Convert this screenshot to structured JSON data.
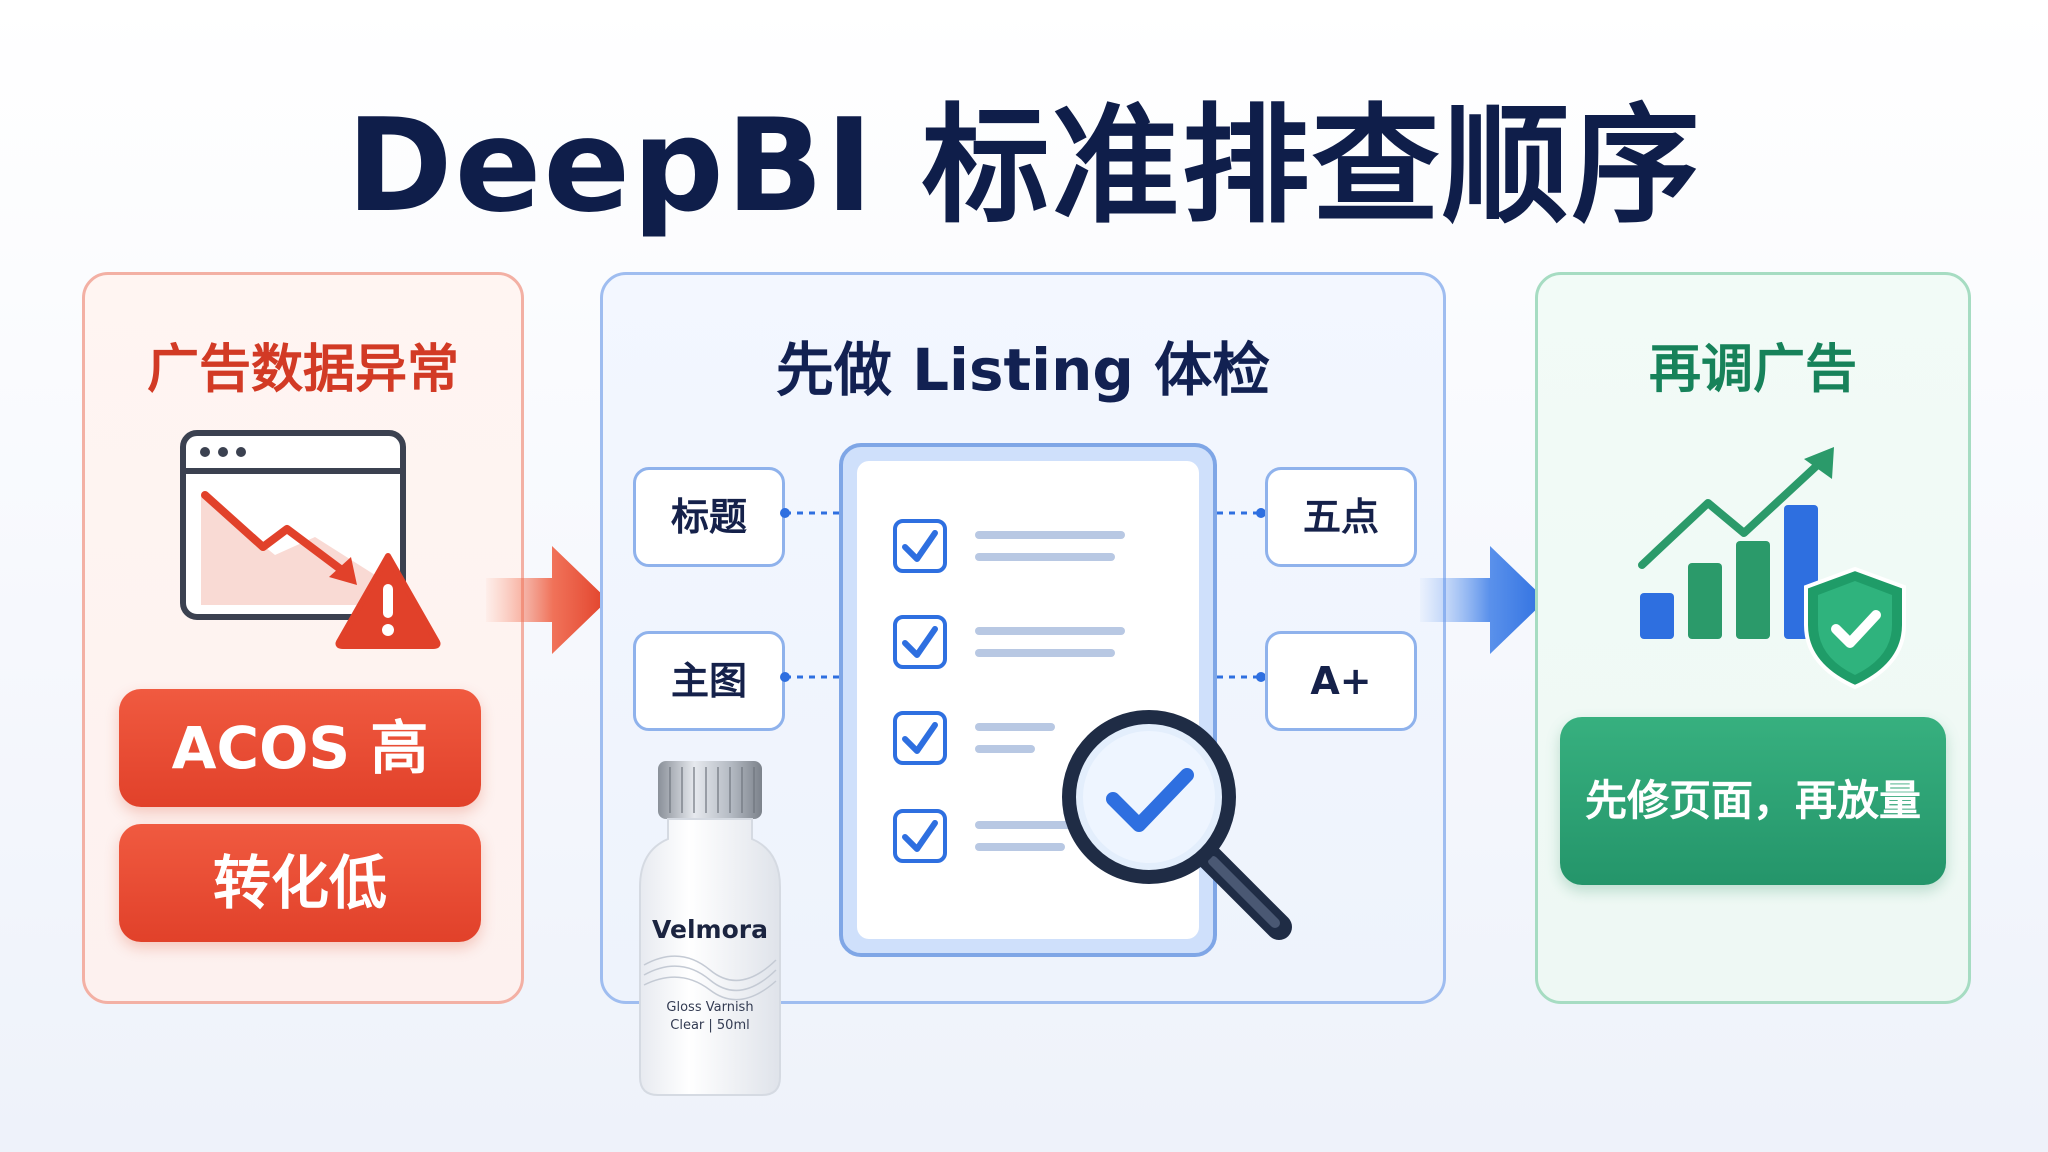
{
  "title": "DeepBI 标准排查顺序",
  "colors": {
    "red": "#e1412a",
    "blue": "#2e6fe0",
    "green": "#24956a",
    "navy": "#0f1e4a"
  },
  "left": {
    "title": "广告数据异常",
    "icons": [
      "browser-chart-down-icon",
      "warning-icon"
    ],
    "badges": [
      "ACOS 高",
      "转化低"
    ]
  },
  "middle": {
    "title": "先做 Listing 体检",
    "tags": {
      "title_tag": "标题",
      "main_image": "主图",
      "bullets": "五点",
      "aplus": "A+"
    },
    "icons": [
      "checklist-icon",
      "magnifier-check-icon"
    ],
    "product": {
      "brand": "Velmora",
      "line1": "Gloss Varnish",
      "line2": "Clear | 50ml"
    }
  },
  "right": {
    "title": "再调广告",
    "icons": [
      "growth-chart-icon",
      "shield-check-icon"
    ],
    "action": "先修页面，再放量"
  }
}
